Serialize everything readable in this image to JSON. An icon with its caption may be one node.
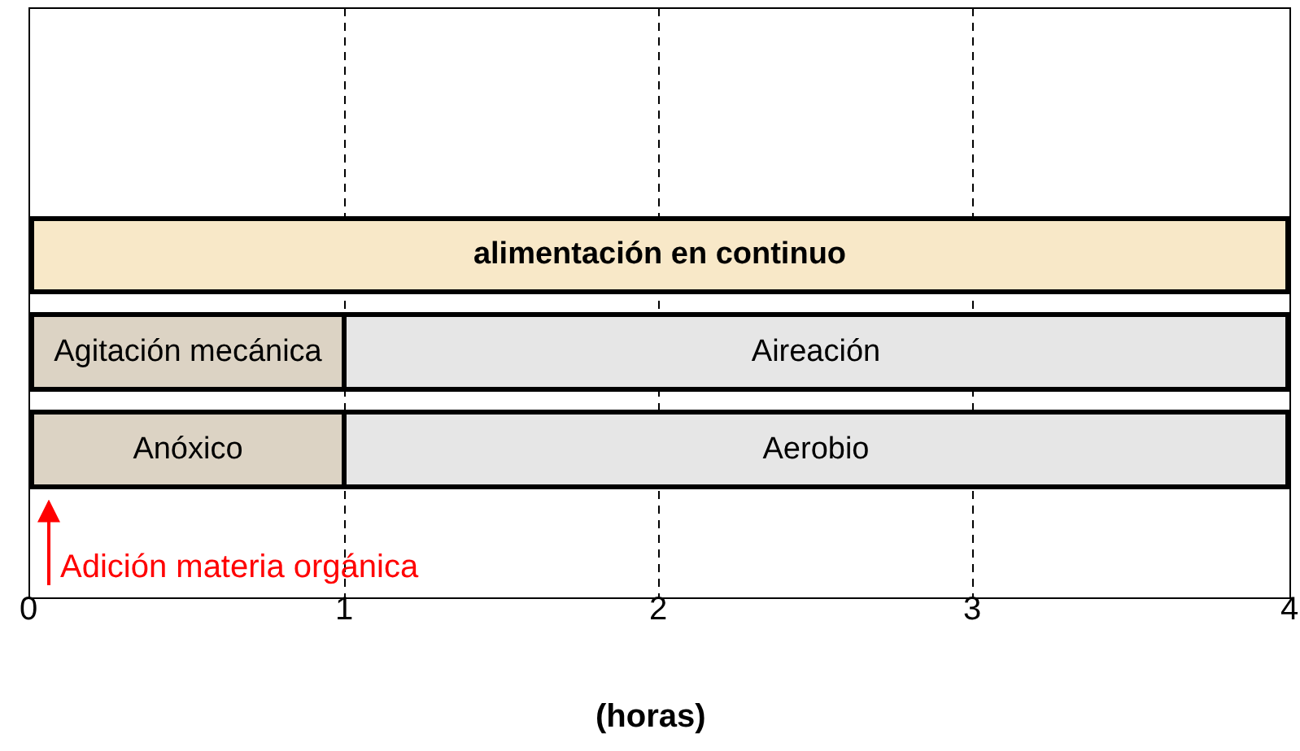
{
  "diagram": {
    "nodes": [
      {
        "text": [
          "alimentación en continuo"
        ]
      },
      {
        "text": [
          "Agitación mecánica"
        ]
      },
      {
        "text": [
          "Aireación"
        ]
      },
      {
        "text": [
          "Anóxico"
        ]
      },
      {
        "text": [
          "Aerobio"
        ]
      },
      {
        "text": [
          "Adición materia orgánica"
        ]
      }
    ],
    "edges": [
      {
        "from": 5,
        "to": 3,
        "arrow": "to",
        "color": "#ff0000"
      }
    ],
    "labels": [
      "0",
      "1",
      "2",
      "3",
      "4",
      "(horas)"
    ]
  }
}
